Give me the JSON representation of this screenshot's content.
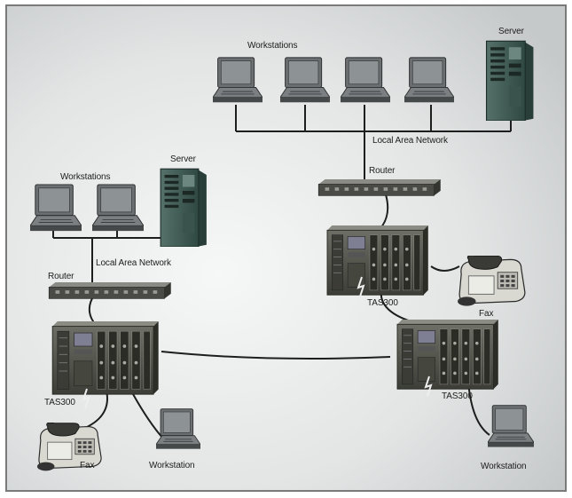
{
  "labels": {
    "top_workstations": "Workstations",
    "top_server": "Server",
    "top_lan": "Local Area Network",
    "top_router": "Router",
    "left_workstations": "Workstations",
    "left_server": "Server",
    "left_lan": "Local Area Network",
    "left_router": "Router",
    "tas_top": "TAS300",
    "tas_left": "TAS300",
    "tas_right": "TAS300",
    "fax_right": "Fax",
    "fax_left": "Fax",
    "workstation_bottom_left": "Workstation",
    "workstation_bottom_right": "Workstation"
  },
  "colors": {
    "frame_border": "#7a7a7a",
    "background_center": "#f4f5f5",
    "background_edge": "#c9cccd",
    "server_body": "#3f5c55",
    "device_body": "#4b4d45",
    "laptop_body": "#5a5d5e",
    "cable": "#1e1e1e"
  }
}
